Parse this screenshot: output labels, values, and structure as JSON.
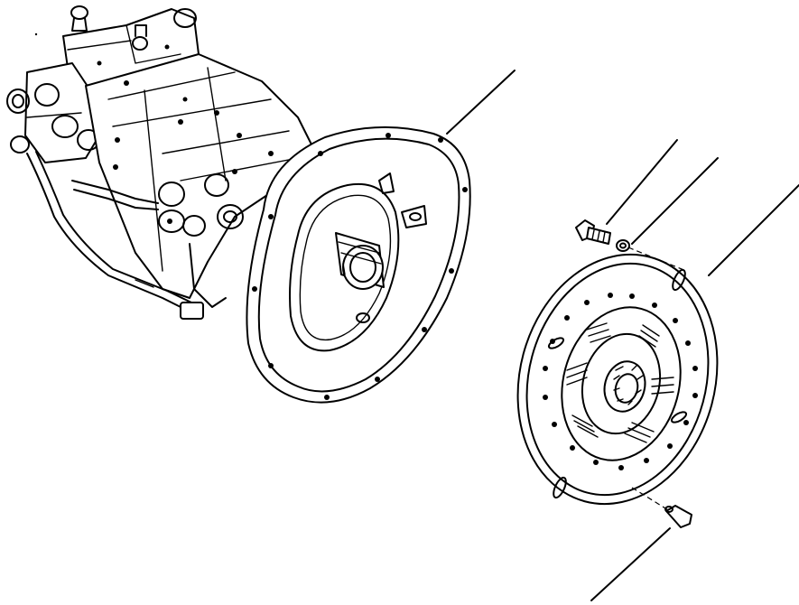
{
  "diagram": {
    "kind": "exploded-parts-illustration",
    "colors": {
      "line": "#000000",
      "background": "#ffffff"
    },
    "parts": [
      {
        "id": "pump-assembly",
        "icon": "hydraulic-pump-icon"
      },
      {
        "id": "housing-flange",
        "icon": "flange-icon"
      },
      {
        "id": "bolt",
        "icon": "bolt-icon"
      },
      {
        "id": "washer",
        "icon": "washer-icon"
      },
      {
        "id": "damper-disc",
        "icon": "damper-disc-icon"
      },
      {
        "id": "dowel-pin",
        "icon": "pin-icon"
      }
    ],
    "callouts": 5
  }
}
